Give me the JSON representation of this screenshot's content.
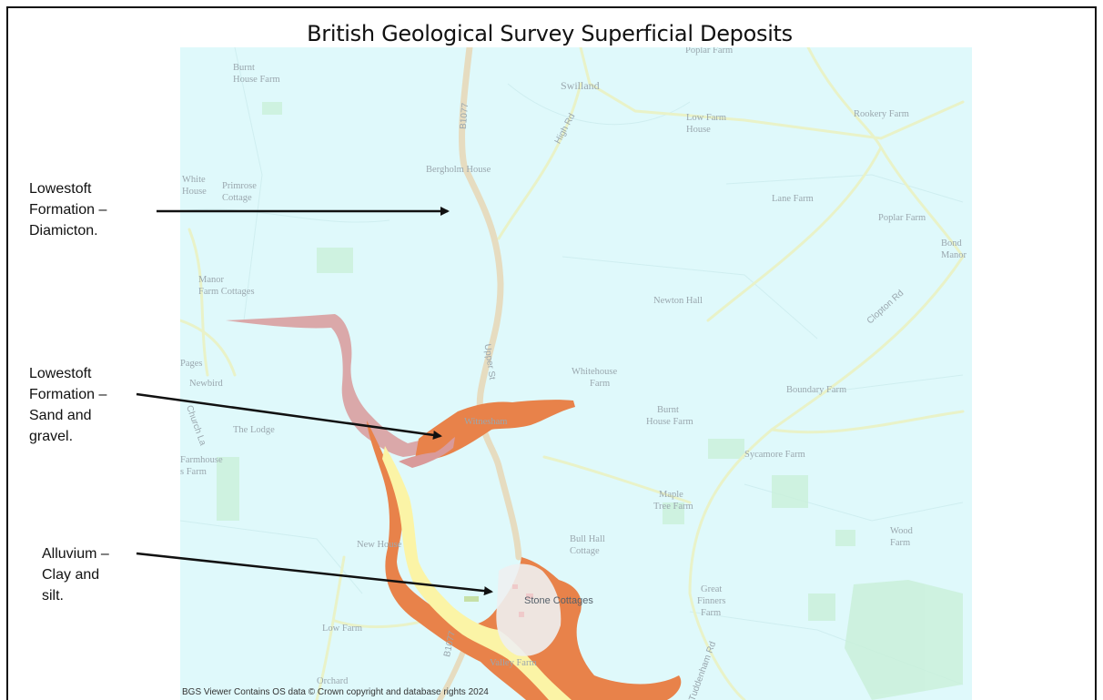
{
  "title": "British Geological Survey Superficial Deposits",
  "credit": "BGS Viewer Contains OS data © Crown copyright and database rights 2024",
  "colors": {
    "map_background": "#dff9fb",
    "sand_gravel": "#e8824a",
    "alluvium": "#fbf4a6",
    "pink_deposit": "#d99a9a",
    "roads": "#e9f2c8",
    "arrows": "#111111"
  },
  "labels": {
    "diamicton": {
      "line1": "Lowestoft",
      "line2": "Formation –",
      "line3": "Diamicton."
    },
    "sand_gravel": {
      "line1": "Lowestoft",
      "line2": "Formation –",
      "line3": "Sand and",
      "line4": "gravel."
    },
    "alluvium": {
      "line1": "Alluvium –",
      "line2": "Clay and",
      "line3": "silt."
    }
  },
  "places": {
    "poplar_farm_top": "Poplar Farm",
    "burnt_house_farm_1": "Burnt",
    "burnt_house_farm_2": "House Farm",
    "swilland": "Swilland",
    "low_farm_house_1": "Low Farm",
    "low_farm_house_2": "House",
    "rookery_farm": "Rookery Farm",
    "white_house_1": "White",
    "white_house_2": "House",
    "primrose_1": "Primrose",
    "primrose_2": "Cottage",
    "bergholt_house": "Bergholm House",
    "lane_farm": "Lane Farm",
    "poplar_farm": "Poplar Farm",
    "bond_1": "Bond",
    "bond_2": "Manor",
    "manor_1": "Manor",
    "manor_2": "Farm Cottages",
    "newton_hall": "Newton Hall",
    "whitehouse_farm_1": "Whitehouse",
    "whitehouse_farm_2": "Farm",
    "burnt_house_farm2_1": "Burnt",
    "burnt_house_farm2_2": "House Farm",
    "boundary_farm": "Boundary Farm",
    "pages": "Pages",
    "newbird": "Newbird",
    "the_lodge": "The Lodge",
    "farmhouse_1": "Farmhouse",
    "farmhouse_2": "s Farm",
    "witnesham": "Witnesham",
    "sycamore_farm": "Sycamore Farm",
    "maple_1": "Maple",
    "maple_2": "Tree Farm",
    "bull_hall_1": "Bull Hall",
    "bull_hall_2": "Cottage",
    "new_house": "New House",
    "wood_farm_1": "Wood",
    "wood_farm_2": "Farm",
    "stone_cottages": "Stone Cottages",
    "great_1": "Great",
    "great_2": "Finners",
    "great_3": "Farm",
    "low_farm": "Low Farm",
    "valley_farm": "Valley Farm",
    "orchard": "Orchard"
  },
  "roads": {
    "b1077_top": "B1077",
    "high_rd": "High Rd",
    "upper_st": "Upper St",
    "clopton_rd": "Clopton Rd",
    "church_la": "Church La",
    "b1077_bottom": "B1077",
    "tuddenham_rd": "Tuddenham Rd"
  }
}
